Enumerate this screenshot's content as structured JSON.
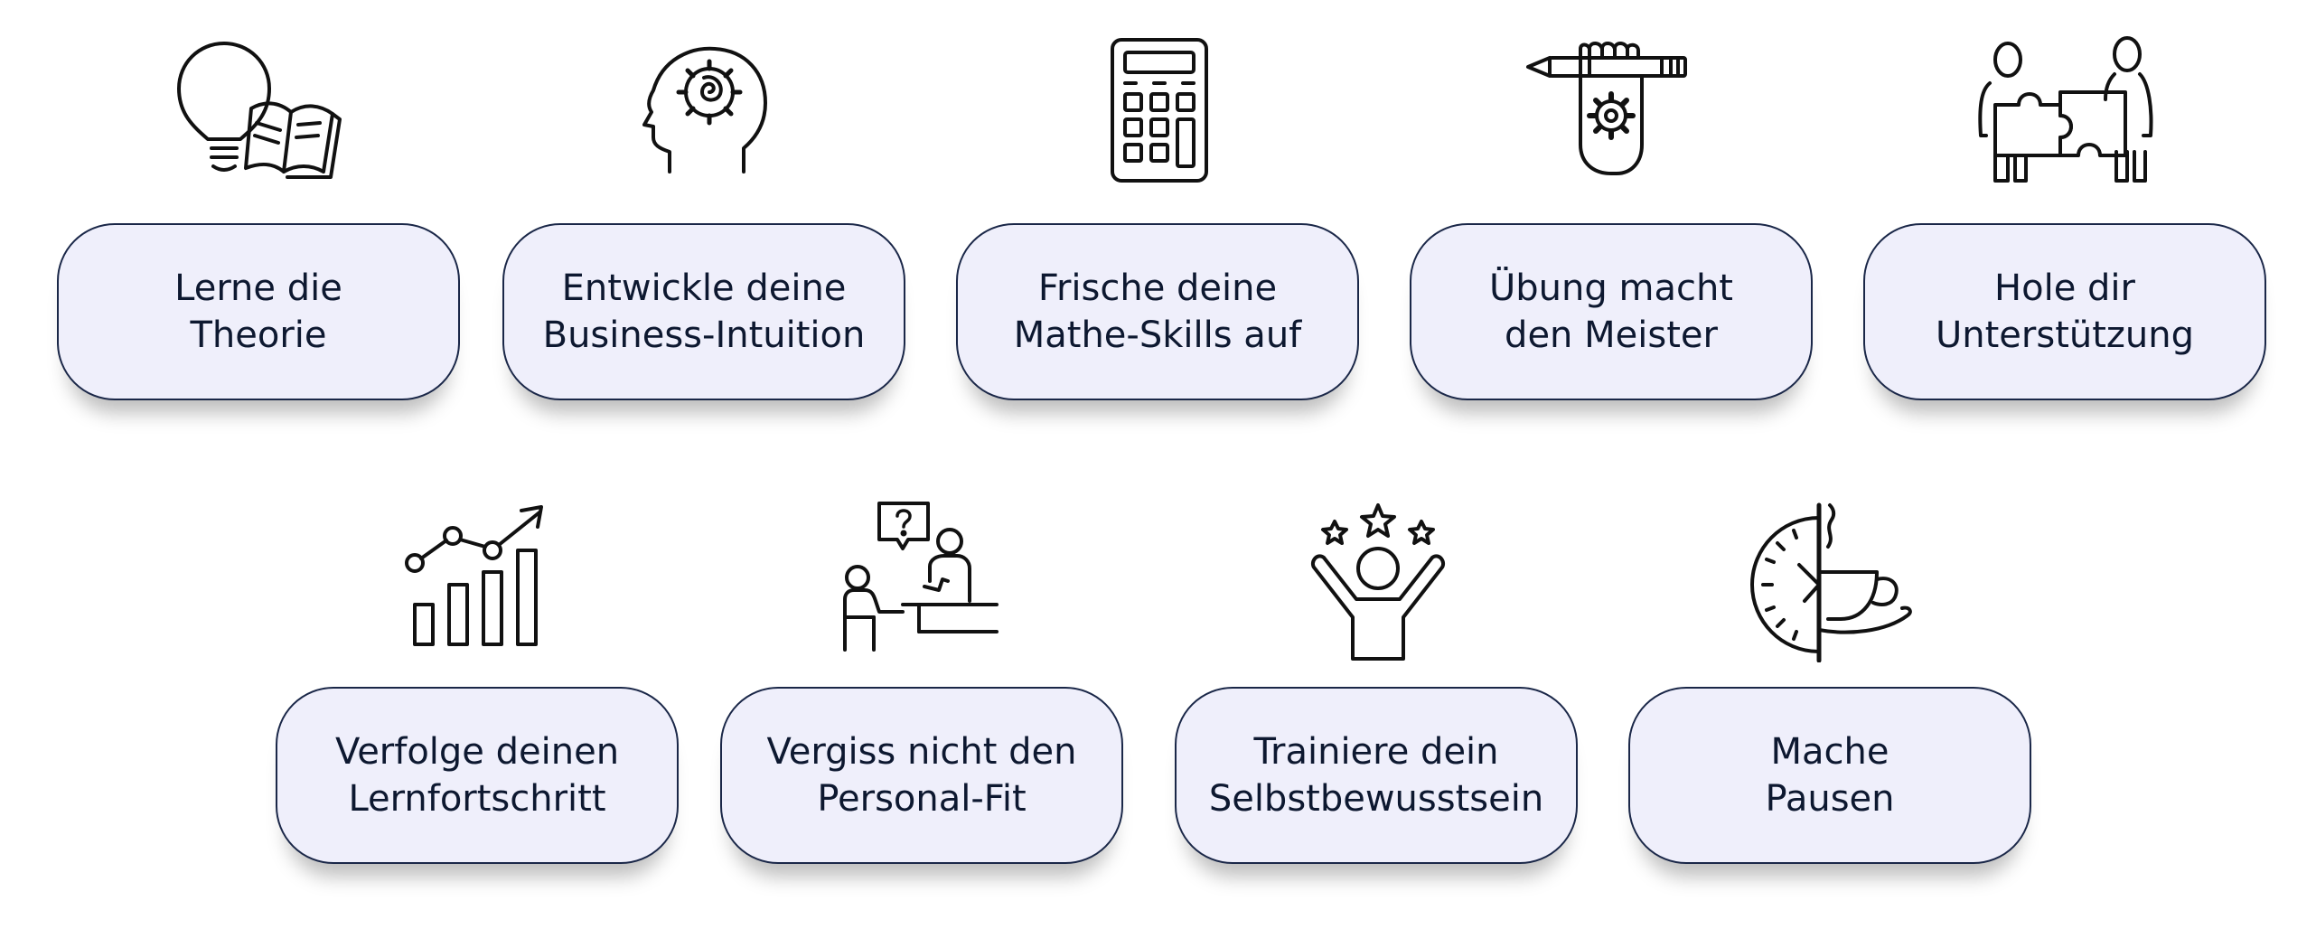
{
  "tips": [
    {
      "line1": "Lerne die",
      "line2": "Theorie",
      "icon": "lightbulb-book-icon"
    },
    {
      "line1": "Entwickle deine",
      "line2": "Business-Intuition",
      "icon": "brain-gear-icon"
    },
    {
      "line1": "Frische deine",
      "line2": "Mathe-Skills auf",
      "icon": "calculator-icon"
    },
    {
      "line1": "Übung macht",
      "line2": "den Meister",
      "icon": "hand-pencil-gear-icon"
    },
    {
      "line1": "Hole dir",
      "line2": "Unterstützung",
      "icon": "people-puzzle-icon"
    },
    {
      "line1": "Verfolge deinen",
      "line2": "Lernfortschritt",
      "icon": "growth-chart-icon"
    },
    {
      "line1": "Vergiss nicht den",
      "line2": "Personal-Fit",
      "icon": "interview-icon"
    },
    {
      "line1": "Trainiere dein",
      "line2": "Selbstbewusstsein",
      "icon": "confident-person-icon"
    },
    {
      "line1": "Mache",
      "line2": "Pausen",
      "icon": "clock-coffee-icon"
    }
  ],
  "colors": {
    "card_background": "#efeffb",
    "card_border": "#1a2748",
    "text": "#0d1830",
    "icon": "#111111"
  }
}
